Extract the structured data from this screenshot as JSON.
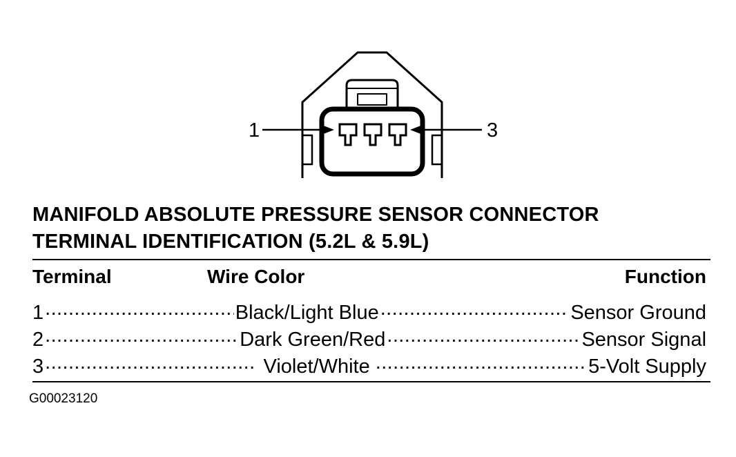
{
  "diagram": {
    "terminal_left_label": "1",
    "terminal_right_label": "3"
  },
  "title": {
    "line1": "MANIFOLD ABSOLUTE PRESSURE SENSOR CONNECTOR",
    "line2": "TERMINAL IDENTIFICATION (5.2L & 5.9L)"
  },
  "table": {
    "headers": {
      "terminal": "Terminal",
      "wire_color": "Wire Color",
      "function": "Function"
    },
    "rows": [
      {
        "terminal": "1",
        "wire_color": "Black/Light Blue",
        "function": "Sensor Ground"
      },
      {
        "terminal": "2",
        "wire_color": "Dark Green/Red",
        "function": "Sensor Signal"
      },
      {
        "terminal": "3",
        "wire_color": "Violet/White",
        "function": "5-Volt Supply"
      }
    ]
  },
  "figure_id": "G00023120"
}
